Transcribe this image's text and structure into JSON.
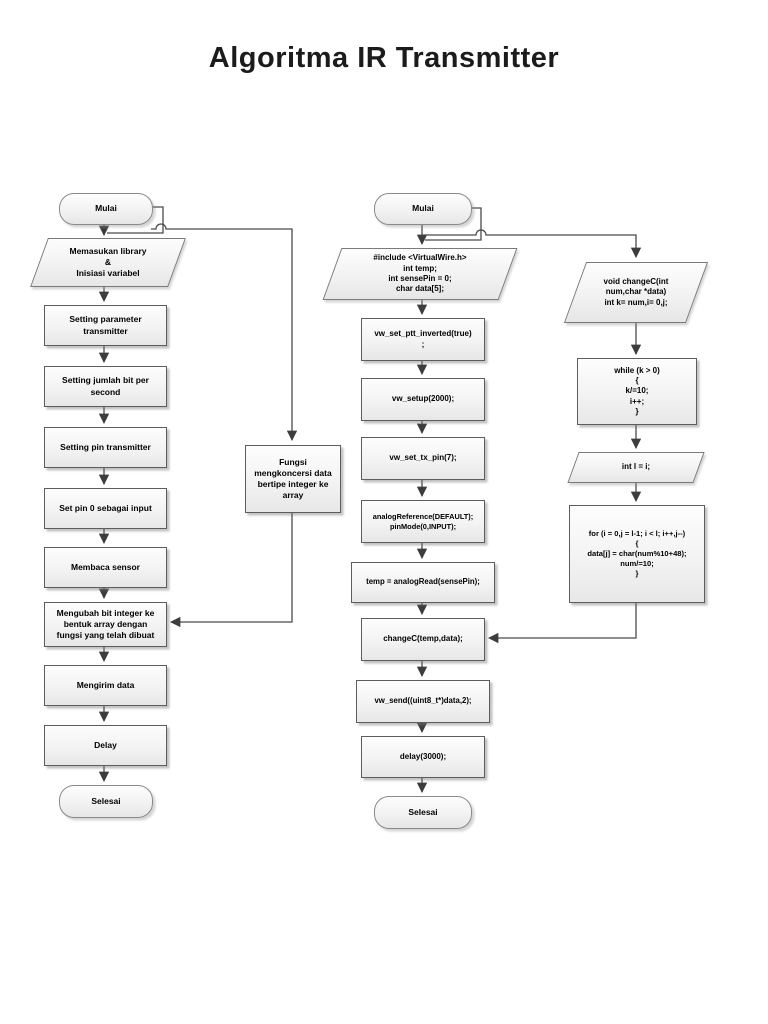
{
  "page": {
    "title": "Algoritma IR Transmitter"
  },
  "flowchart": {
    "left": {
      "start": "Mulai",
      "input": "Memasukan library\n&\nInisiasi variabel",
      "steps": [
        "Setting parameter\ntransmitter",
        "Setting jumlah bit per\nsecond",
        "Setting pin transmitter",
        "Set pin 0 sebagai input",
        "Membaca sensor",
        "Mengubah bit integer ke\nbentuk array dengan\nfungsi yang telah dibuat",
        "Mengirim data",
        "Delay"
      ],
      "end": "Selesai"
    },
    "function_note": "Fungsi\nmengkoncersi data\nbertipe integer ke\narray",
    "middle": {
      "start": "Mulai",
      "input": "#include <VirtualWire.h>\nint temp;\nint sensePin = 0;\nchar data[5];",
      "steps": [
        "vw_set_ptt_inverted(true)\n;",
        "vw_setup(2000);",
        "vw_set_tx_pin(7);",
        "analogReference(DEFAULT);\npinMode(0,INPUT);",
        "temp = analogRead(sensePin);",
        "changeC(temp,data);",
        "vw_send((uint8_t*)data,2);",
        "delay(3000);"
      ],
      "end": "Selesai"
    },
    "right": {
      "input": "void changeC(int\nnum,char *data)\nint k= num,i= 0,j;",
      "while_block": "while (k > 0)\n{\nk/=10;\ni++;\n}",
      "assign": "int l = i;",
      "for_block": "for (i = 0,j = l-1; i < l; i++,j--)\n{\ndata[j] = char(num%10+48);\nnum/=10;\n}"
    }
  },
  "colors": {
    "border": "#5d5d5d",
    "arrow": "#3d3d3d",
    "title": "#1b1b1b",
    "fill": "#f3f3f3"
  }
}
